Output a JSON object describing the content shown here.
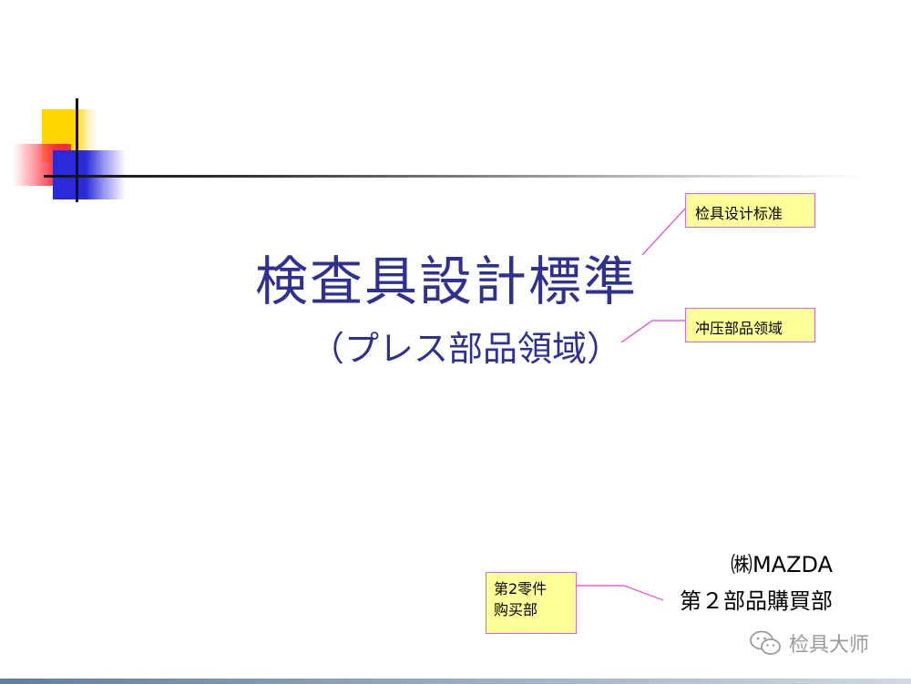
{
  "slide": {
    "title": "検査具設計標準",
    "subtitle": "（プレス部品領域）",
    "company": "㈱MAZDA",
    "department": "第２部品購買部"
  },
  "notes": {
    "title_note": "检具设计标准",
    "subtitle_note": "冲压部品领域",
    "department_note_line1": "第2零件",
    "department_note_line2": "购买部"
  },
  "watermark": {
    "icon": "wechat-icon",
    "text": "检具大师"
  },
  "colors": {
    "title": "#2e3192",
    "note_fill": "#ffff99",
    "note_border": "#d66ad6",
    "connector": "#e040e0",
    "yellow": "#ffd400",
    "red": "#ff2a3a",
    "blue": "#2a2ad8"
  }
}
